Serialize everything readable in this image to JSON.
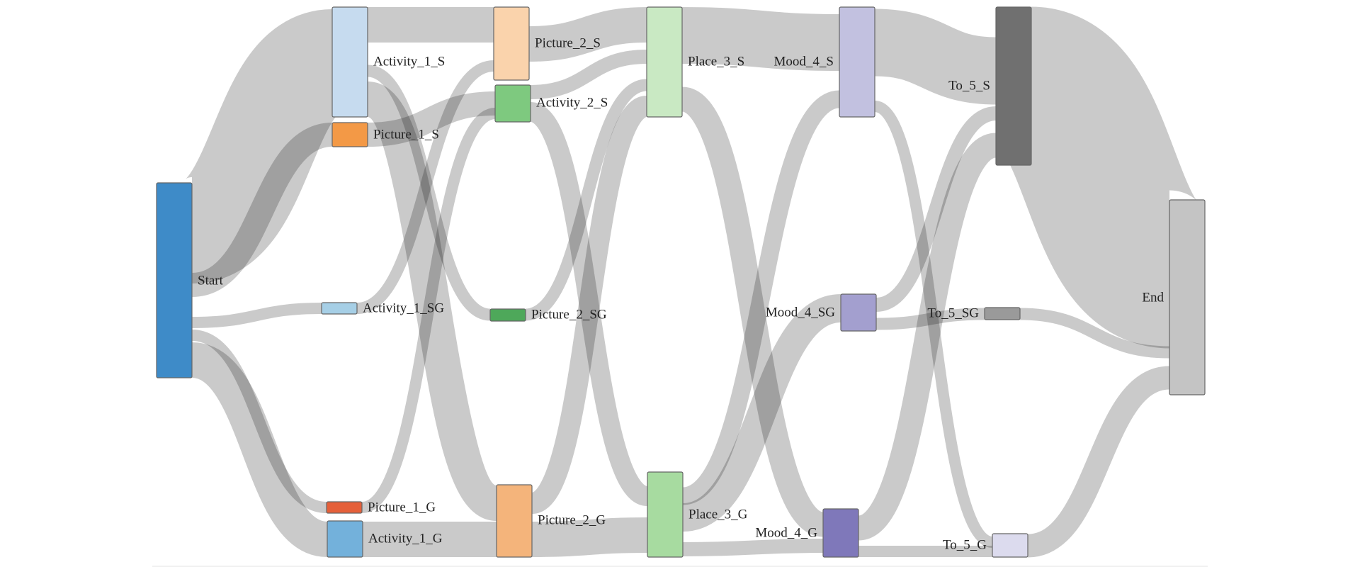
{
  "diagram": {
    "type": "sankey",
    "colors": {
      "link": "#bdbdbd",
      "node_stroke": "#666666",
      "baseline": "#f0f0f0"
    },
    "nodes": [
      {
        "id": "start",
        "label": "Start",
        "color": "#3e8bc8"
      },
      {
        "id": "act1s",
        "label": "Activity_1_S",
        "color": "#c6dbef"
      },
      {
        "id": "pic1s",
        "label": "Picture_1_S",
        "color": "#f39946"
      },
      {
        "id": "act1sg",
        "label": "Activity_1_SG",
        "color": "#a6cfe6"
      },
      {
        "id": "pic1g",
        "label": "Picture_1_G",
        "color": "#e5603a"
      },
      {
        "id": "act1g",
        "label": "Activity_1_G",
        "color": "#73b1db"
      },
      {
        "id": "pic2s",
        "label": "Picture_2_S",
        "color": "#fad3ac"
      },
      {
        "id": "act2s",
        "label": "Activity_2_S",
        "color": "#7ec97f"
      },
      {
        "id": "pic2sg",
        "label": "Picture_2_SG",
        "color": "#4ea85a"
      },
      {
        "id": "pic2g",
        "label": "Picture_2_G",
        "color": "#f4b47b"
      },
      {
        "id": "pl3s",
        "label": "Place_3_S",
        "color": "#c9e9c3"
      },
      {
        "id": "pl3g",
        "label": "Place_3_G",
        "color": "#a7dba0"
      },
      {
        "id": "md4s",
        "label": "Mood_4_S",
        "color": "#c2c1e0"
      },
      {
        "id": "md4sg",
        "label": "Mood_4_SG",
        "color": "#a39fcf"
      },
      {
        "id": "md4g",
        "label": "Mood_4_G",
        "color": "#7f78ba"
      },
      {
        "id": "to5s",
        "label": "To_5_S",
        "color": "#707070"
      },
      {
        "id": "to5sg",
        "label": "To_5_SG",
        "color": "#9a9a9a"
      },
      {
        "id": "to5g",
        "label": "To_5_G",
        "color": "#dcdbee"
      },
      {
        "id": "end",
        "label": "End",
        "color": "#c4c4c4"
      }
    ],
    "links": [
      {
        "source": "start",
        "target": "act1s"
      },
      {
        "source": "start",
        "target": "pic1s"
      },
      {
        "source": "start",
        "target": "act1sg"
      },
      {
        "source": "start",
        "target": "pic1g"
      },
      {
        "source": "start",
        "target": "act1g"
      },
      {
        "source": "act1s",
        "target": "pic2s"
      },
      {
        "source": "act1s",
        "target": "pic2sg"
      },
      {
        "source": "act1s",
        "target": "pic2g"
      },
      {
        "source": "pic1s",
        "target": "act2s"
      },
      {
        "source": "act1sg",
        "target": "pic2s"
      },
      {
        "source": "pic1g",
        "target": "act2s"
      },
      {
        "source": "act1g",
        "target": "pic2g"
      },
      {
        "source": "pic2s",
        "target": "pl3s"
      },
      {
        "source": "act2s",
        "target": "pl3s"
      },
      {
        "source": "act2s",
        "target": "pl3g"
      },
      {
        "source": "pic2sg",
        "target": "pl3s"
      },
      {
        "source": "pic2g",
        "target": "pl3s"
      },
      {
        "source": "pic2g",
        "target": "pl3g"
      },
      {
        "source": "pl3s",
        "target": "md4s"
      },
      {
        "source": "pl3s",
        "target": "md4g"
      },
      {
        "source": "pl3g",
        "target": "md4s"
      },
      {
        "source": "pl3g",
        "target": "md4sg"
      },
      {
        "source": "pl3g",
        "target": "md4g"
      },
      {
        "source": "md4s",
        "target": "to5s"
      },
      {
        "source": "md4s",
        "target": "to5g"
      },
      {
        "source": "md4sg",
        "target": "to5s"
      },
      {
        "source": "md4sg",
        "target": "to5sg"
      },
      {
        "source": "md4g",
        "target": "to5s"
      },
      {
        "source": "md4g",
        "target": "to5g"
      },
      {
        "source": "to5s",
        "target": "end"
      },
      {
        "source": "to5sg",
        "target": "end"
      },
      {
        "source": "to5g",
        "target": "end"
      }
    ]
  }
}
